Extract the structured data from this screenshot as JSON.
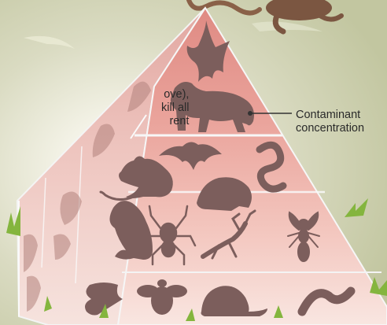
{
  "left_text_lines": [
    "ove),",
    "kill all",
    "rent"
  ],
  "label": {
    "line1": "Contaminant",
    "line2": "concentration"
  },
  "colors": {
    "apex": "#e1918a",
    "upper": "#eaa9a1",
    "middle": "#f1c3bc",
    "base": "#f7dfd9",
    "silhouette": "#7c5e5c",
    "leader_line": "#333333",
    "grass": "#7fb23a"
  },
  "icons": {
    "apex_tier": [
      "eagle-icon",
      "cougar-icon"
    ],
    "middle_tier": [
      "bat-icon",
      "rat-icon",
      "snake-icon",
      "hedgehog-icon"
    ],
    "lower_tier": [
      "frog-icon",
      "spider-icon",
      "mantis-icon",
      "wasp-icon"
    ],
    "base_tier": [
      "butterfly-icon",
      "bee-icon",
      "snail-icon",
      "caterpillar-icon"
    ]
  }
}
